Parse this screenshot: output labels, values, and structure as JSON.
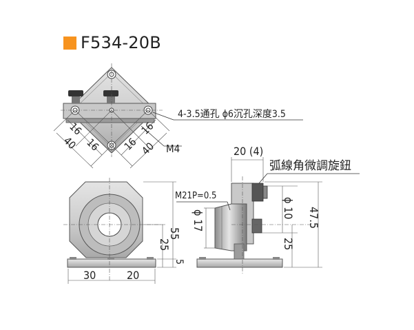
{
  "title": {
    "model": "F534-20B",
    "accent_color": "#f7931e"
  },
  "callouts": {
    "hole_spec": "4-3.5通孔 ϕ6沉孔深度3.5",
    "m4": "M4",
    "arc_knob": "弧線角微調旋鈕",
    "m21": "M21P=0.5",
    "dim_20_4": "20 (4)"
  },
  "top_view_dims": [
    "16",
    "16",
    "16",
    "16",
    "40",
    "40"
  ],
  "front_view_dims": {
    "width_left": "30",
    "width_right": "20",
    "height_total": "55",
    "height_center": "25",
    "base_thickness": "5"
  },
  "side_view_dims": {
    "bore_diameter": "ϕ 17",
    "knob_diameter": "ϕ 10",
    "total_height": "47.5",
    "axis_height": "25"
  }
}
